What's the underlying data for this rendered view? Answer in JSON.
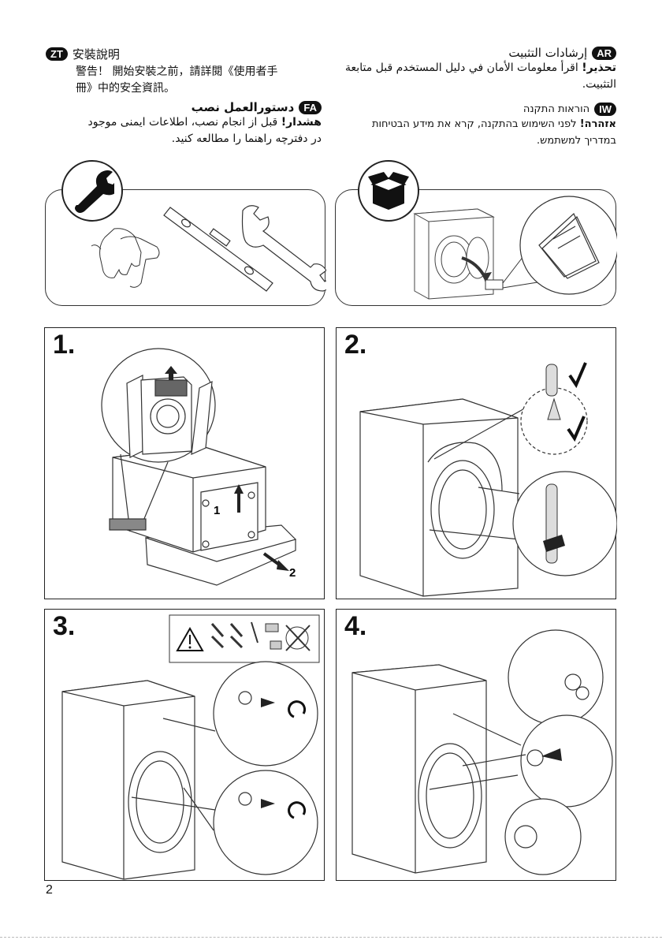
{
  "languages": {
    "zt": {
      "code": "ZT",
      "title": "安裝說明",
      "text": "警告！ 開始安裝之前，請詳閱《使用者手冊》中的安全資訊。"
    },
    "fa": {
      "code": "FA",
      "title": "دستورالعمل نصب",
      "warning": "هشدار!",
      "text": "قبل از انجام نصب، اطلاعات ایمنی موجود در دفترچه راهنما را مطالعه کنید."
    },
    "ar": {
      "code": "AR",
      "title": "إرشادات التثبيت",
      "warning": "تحذير!",
      "text": "اقرأ معلومات الأمان في دليل المستخدم قبل متابعة التثبيت."
    },
    "iw": {
      "code": "IW",
      "title": "הוראות התקנה",
      "warning": "אזהרה!",
      "text": "לפני השימוש בהתקנה, קרא את מידע הבטיחות במדריך למשתמש."
    }
  },
  "steps": [
    {
      "number": "1."
    },
    {
      "number": "2."
    },
    {
      "number": "3."
    },
    {
      "number": "4."
    }
  ],
  "step1_callouts": {
    "lift": "1",
    "slide": "2"
  },
  "icons": {
    "tools": "wrench-icon",
    "unbox": "open-box-icon",
    "warning": "warning-triangle-icon"
  },
  "page_number": "2"
}
